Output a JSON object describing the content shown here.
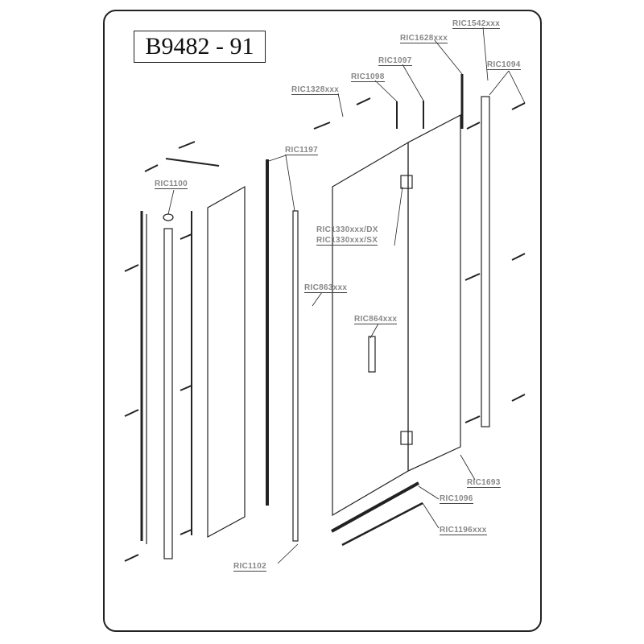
{
  "title": "B9482 - 91",
  "labels": {
    "ric1542": "RIC1542xxx",
    "ric1628": "RIC1628xxx",
    "ric1097": "RIC1097",
    "ric1098": "RIC1098",
    "ric1328": "RIC1328xxx",
    "ric1094": "RIC1094",
    "ric1197": "RIC1197",
    "ric1100": "RIC1100",
    "ric1330dx": "RIC1330xxx/DX",
    "ric1330sx": "RIC1330xxx/SX",
    "ric863": "RIC863xxx",
    "ric864": "RIC864xxx",
    "ric1693": "RIC1693",
    "ric1096": "RIC1096",
    "ric1196": "RIC1196xxx",
    "ric1102": "RIC1102"
  }
}
